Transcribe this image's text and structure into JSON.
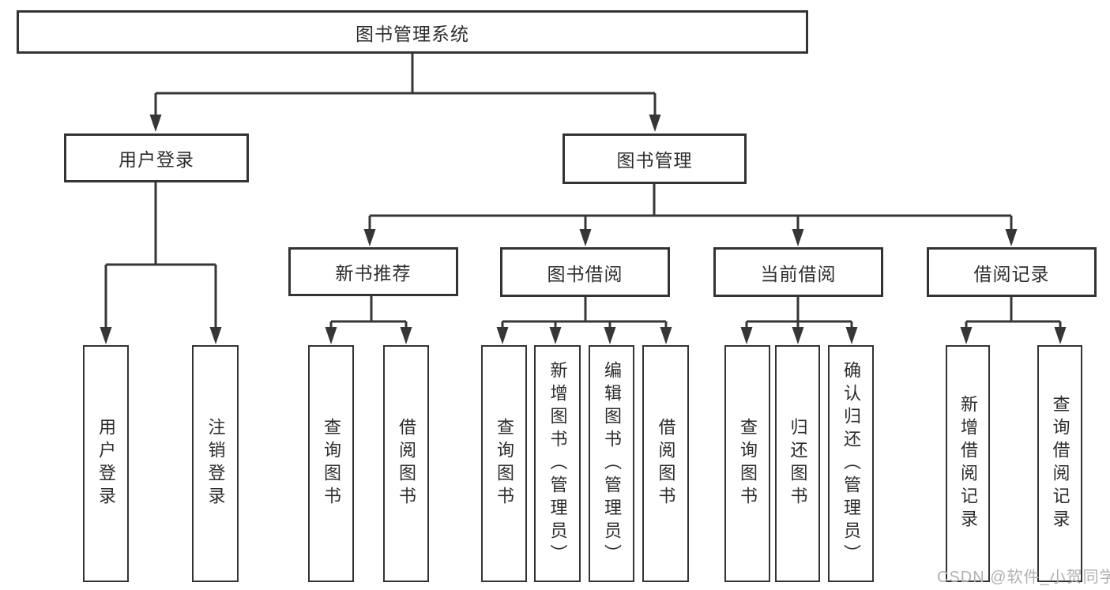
{
  "tree": {
    "root": {
      "label": "图书管理系统"
    },
    "level2": [
      {
        "label": "用户登录"
      },
      {
        "label": "图书管理"
      }
    ],
    "level3": [
      {
        "label": "新书推荐",
        "parent": "图书管理"
      },
      {
        "label": "图书借阅",
        "parent": "图书管理"
      },
      {
        "label": "当前借阅",
        "parent": "图书管理"
      },
      {
        "label": "借阅记录",
        "parent": "图书管理"
      }
    ],
    "leaves": [
      {
        "label": "用户登录",
        "parent": "用户登录"
      },
      {
        "label": "注销登录",
        "parent": "用户登录"
      },
      {
        "label": "查询图书",
        "parent": "新书推荐"
      },
      {
        "label": "借阅图书",
        "parent": "新书推荐"
      },
      {
        "label": "查询图书",
        "parent": "图书借阅"
      },
      {
        "label": "新增图书（管理员）",
        "parent": "图书借阅"
      },
      {
        "label": "编辑图书（管理员）",
        "parent": "图书借阅"
      },
      {
        "label": "借阅图书",
        "parent": "图书借阅"
      },
      {
        "label": "查询图书",
        "parent": "当前借阅"
      },
      {
        "label": "归还图书",
        "parent": "当前借阅"
      },
      {
        "label": "确认归还（管理员）",
        "parent": "当前借阅"
      },
      {
        "label": "新增借阅记录",
        "parent": "借阅记录"
      },
      {
        "label": "查询借阅记录",
        "parent": "借阅记录"
      }
    ]
  },
  "watermark": "CSDN @软件_小贺同学",
  "colors": {
    "line": "#363636",
    "border": "#333333",
    "text": "#2d2d2d",
    "background": "#ffffff",
    "watermark": "#b1b1b6"
  }
}
